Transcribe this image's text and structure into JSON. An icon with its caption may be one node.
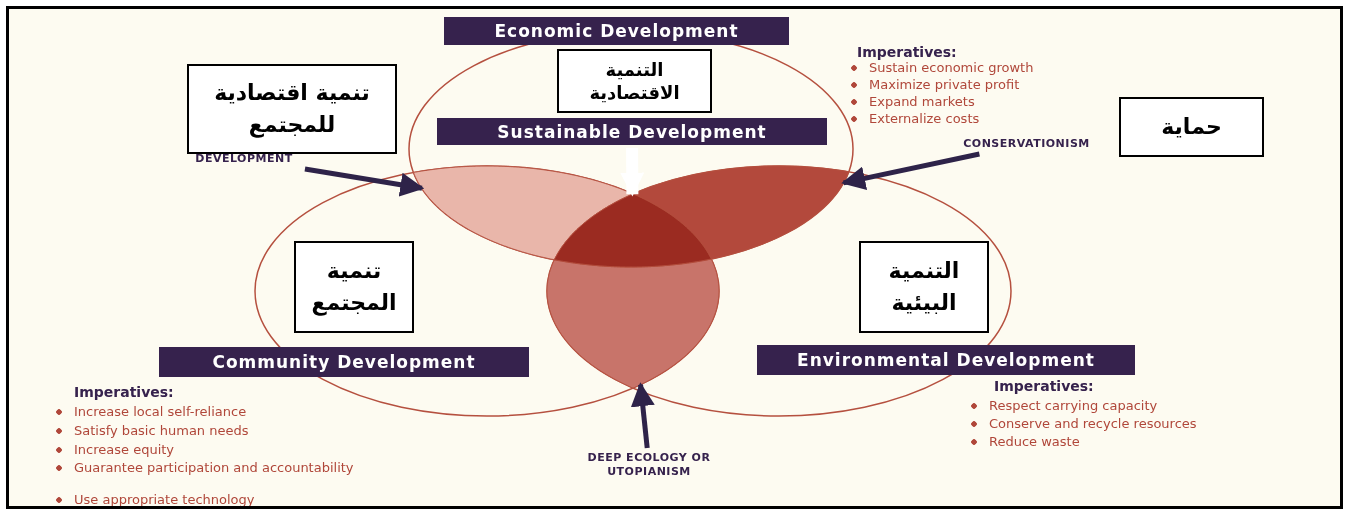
{
  "diagram": {
    "nodes": [
      {
        "text": [
          "Economic Development"
        ]
      },
      {
        "text": [
          "تنمية اقتصادية للمجتمع"
        ]
      },
      {
        "text": [
          "التنمية الاقتصادية"
        ]
      },
      {
        "text": [
          "حماية"
        ]
      },
      {
        "text": [
          "DEVELOPMENT"
        ]
      },
      {
        "text": [
          "CONSERVATIONISM"
        ]
      },
      {
        "text": [
          "Sustainable Development"
        ]
      },
      {
        "text": [],
        "shape": "lens"
      },
      {
        "text": [],
        "shape": "lens"
      },
      {
        "text": [],
        "shape": "lens"
      },
      {
        "text": [
          "تنمية المجتمع"
        ]
      },
      {
        "text": [
          "Community Development"
        ]
      },
      {
        "text": [
          "التنمية البيئية"
        ]
      },
      {
        "text": [
          "Environmental Development"
        ]
      },
      {
        "text": [
          "DEEP ECOLOGY OR UTOPIANISM"
        ]
      },
      {
        "text": [],
        "shape": "lens"
      }
    ],
    "edges": [
      {
        "from": 4,
        "to": 7,
        "arrow": "to"
      },
      {
        "from": 5,
        "to": 8,
        "arrow": "to"
      },
      {
        "from": 14,
        "to": 9,
        "arrow": "to"
      },
      {
        "from": 6,
        "to": 15,
        "arrow": "to",
        "style": "thick",
        "color": "#ffffff"
      }
    ],
    "labels": [
      "Imperatives:",
      "Sustain economic growth",
      "Maximize private profit",
      "Expand markets",
      "Externalize costs",
      "Imperatives:",
      "Increase local self-reliance",
      "Satisfy basic human needs",
      "Increase equity",
      "Guarantee participation and accountability",
      "Use appropriate technology",
      "Imperatives:",
      "Respect carrying capacity",
      "Conserve and recycle resources",
      "Reduce waste"
    ]
  }
}
